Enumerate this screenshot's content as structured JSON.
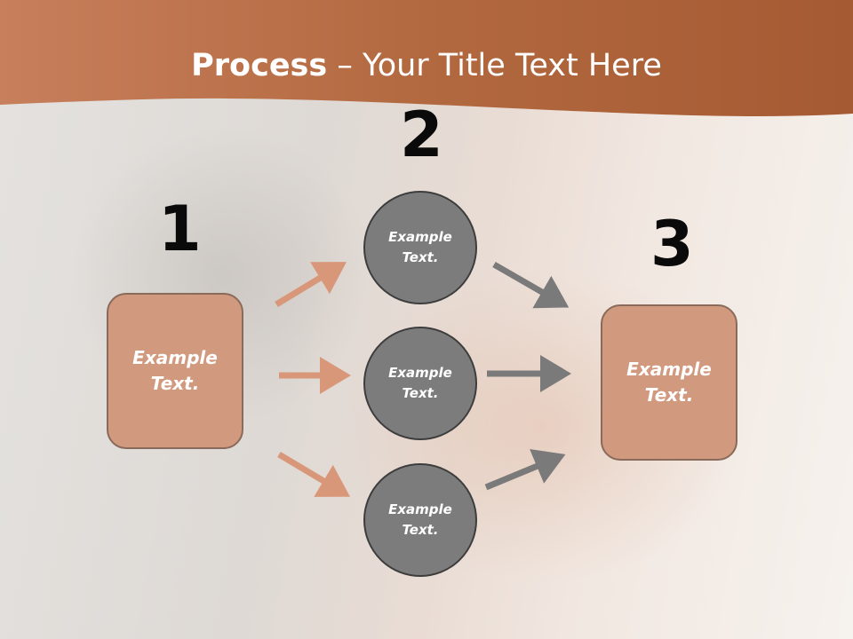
{
  "title": {
    "bold": "Process",
    "rest": " – Your Title Text Here"
  },
  "colors": {
    "banner": "#b3683f",
    "accent_box": "#d19a7f",
    "circle": "#7c7c7c",
    "arrow_in": "#d9977a",
    "arrow_out": "#7a7a7a"
  },
  "steps": {
    "one": "1",
    "two": "2",
    "three": "3"
  },
  "start_box": {
    "line1": "Example",
    "line2": "Text."
  },
  "circles": [
    {
      "line1": "Example",
      "line2": "Text."
    },
    {
      "line1": "Example",
      "line2": "Text."
    },
    {
      "line1": "Example",
      "line2": "Text."
    }
  ],
  "end_box": {
    "line1": "Example",
    "line2": "Text."
  }
}
